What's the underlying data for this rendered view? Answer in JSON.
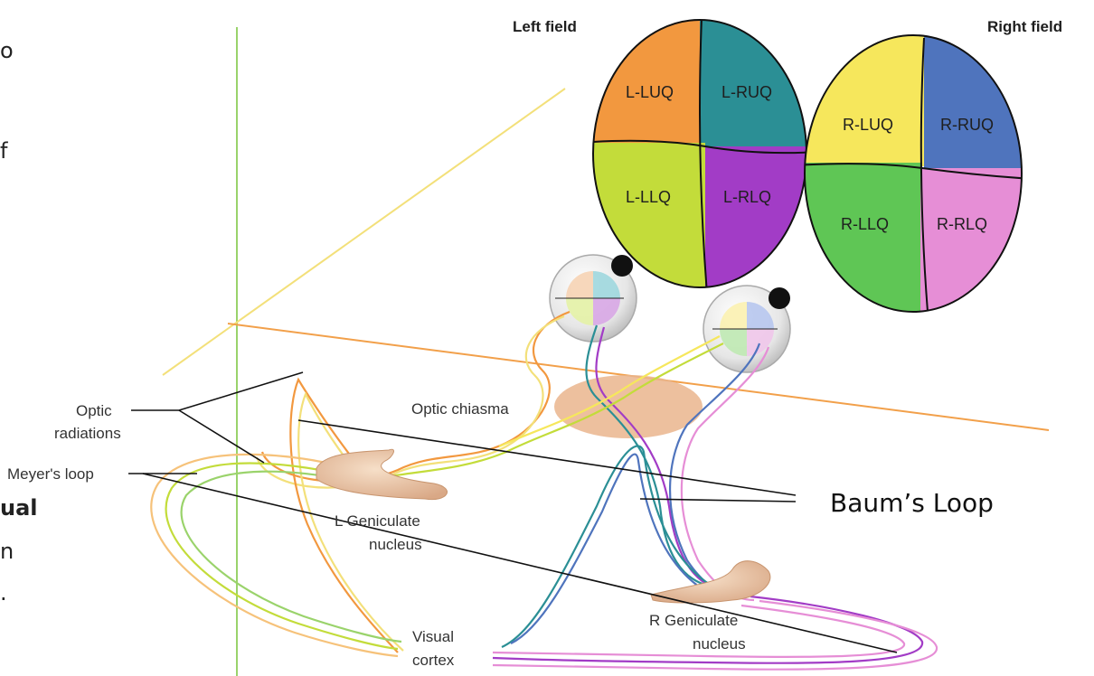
{
  "fields": {
    "left_title": "Left field",
    "right_title": "Right field",
    "left_quadrants": {
      "luq": "L-LUQ",
      "ruq": "L-RUQ",
      "llq": "L-LLQ",
      "rlq": "L-RLQ"
    },
    "right_quadrants": {
      "luq": "R-LUQ",
      "ruq": "R-RUQ",
      "llq": "R-LLQ",
      "rlq": "R-RLQ"
    }
  },
  "labels": {
    "optic_radiations_1": "Optic",
    "optic_radiations_2": "radiations",
    "meyers_loop": "Meyer's loop",
    "optic_chiasma": "Optic chiasma",
    "baums_loop": "Baum’s Loop",
    "l_geniculate_1": "L Geniculate",
    "l_geniculate_2": "nucleus",
    "r_geniculate_1": "R Geniculate",
    "r_geniculate_2": "nucleus",
    "visual_cortex_1": "Visual",
    "visual_cortex_2": "cortex"
  },
  "cropped_text": {
    "line1": "o",
    "line2": "f",
    "line3": "ual",
    "line4": "n",
    "line5": "."
  },
  "colors": {
    "orange": "#f2983f",
    "teal": "#2b8f95",
    "lime": "#c3dc3a",
    "purple": "#a23cc6",
    "yellow": "#f6e75c",
    "blue": "#4f74bd",
    "green": "#5fc655",
    "pink": "#e68ed6"
  }
}
